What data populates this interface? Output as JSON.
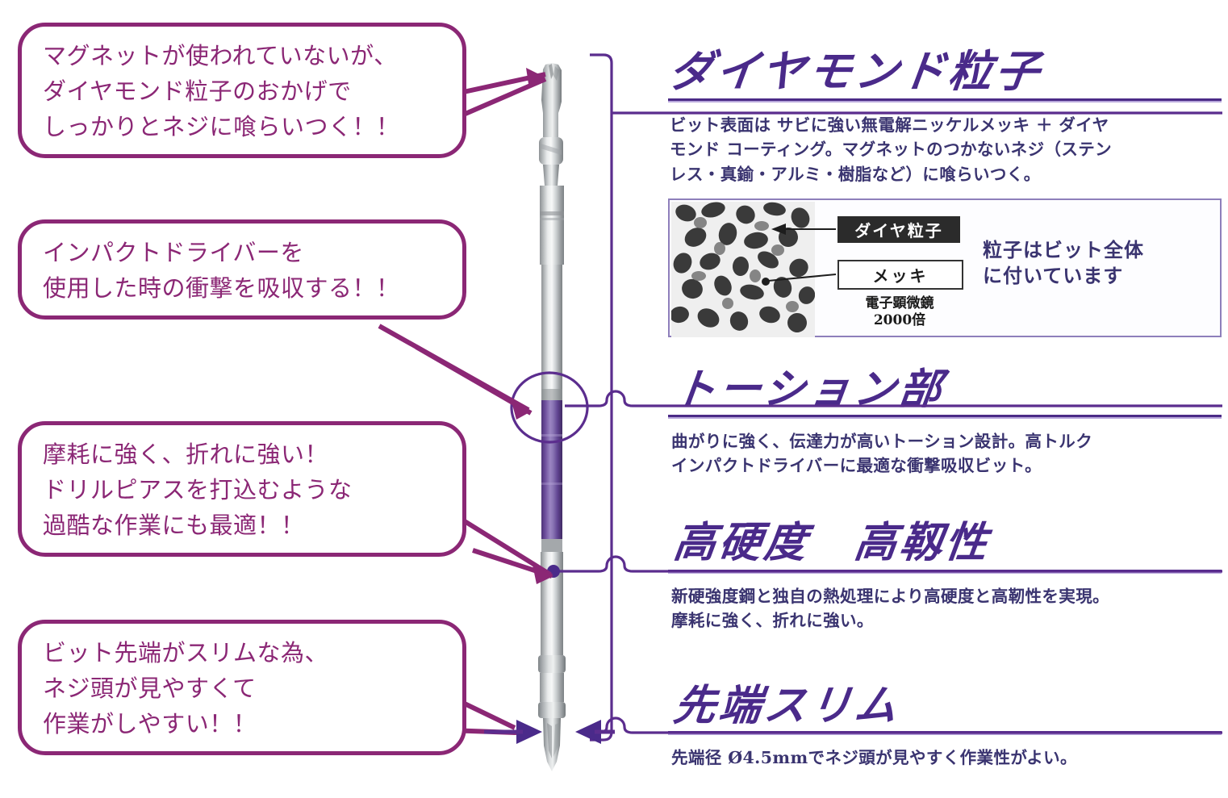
{
  "colors": {
    "bubble_border": "#8b2775",
    "bubble_text": "#7a2a6e",
    "heading": "#4a2a8a",
    "body_text": "#3a3470",
    "rule_dark": "#4b2b87",
    "rule_light": "#b9a8dc",
    "leader": "#5b2d8e",
    "panel_border": "#8e7fbb",
    "bit_purple": "#7b5ca8",
    "bit_steel": "#b9bcbe"
  },
  "callouts": [
    {
      "id": "magnet",
      "lines": [
        "マグネットが使われていないが、",
        "ダイヤモンド粒子のおかげで",
        "しっかりとネジに喰らいつく！！"
      ]
    },
    {
      "id": "impact",
      "lines": [
        "インパクトドライバーを",
        "使用した時の衝撃を吸収する！！"
      ]
    },
    {
      "id": "durability",
      "lines": [
        "摩耗に強く、折れに強い！",
        "ドリルピアスを打込むような",
        "過酷な作業にも最適！！"
      ]
    },
    {
      "id": "slim-tip",
      "lines": [
        "ビット先端がスリムな為、",
        "ネジ頭が見やすくて",
        "作業がしやすい！！"
      ]
    }
  ],
  "sections": [
    {
      "id": "diamond",
      "heading": "ダイヤモンド粒子",
      "body": [
        "ビット表面は サビに強い無電解ニッケルメッキ ＋ ダイヤ",
        "モンド コーティング。マグネットのつかないネジ（ステン",
        "レス・真鍮・アルミ・樹脂など）に喰らいつく。"
      ]
    },
    {
      "id": "torsion",
      "heading": "トーション部",
      "body": [
        "曲がりに強く、伝達力が高いトーション設計。高トルク",
        "インパクトドライバーに最適な衝撃吸収ビット。"
      ]
    },
    {
      "id": "hardness",
      "heading": "高硬度　高靱性",
      "body": [
        "新硬強度鋼と独自の熱処理により高硬度と高靭性を実現。",
        "摩耗に強く、折れに強い。"
      ]
    },
    {
      "id": "slim",
      "heading": "先端スリム",
      "body": [
        "先端径 Ø4.5mmでネジ頭が見やすく作業性がよい。"
      ]
    }
  ],
  "sem_figure": {
    "label_particle": "ダイヤ粒子",
    "label_plating": "メッキ",
    "caption_line1": "電子顕微鏡",
    "caption_line2": "2000倍",
    "note_line1": "粒子はビット全体",
    "note_line2": "に付いています"
  }
}
